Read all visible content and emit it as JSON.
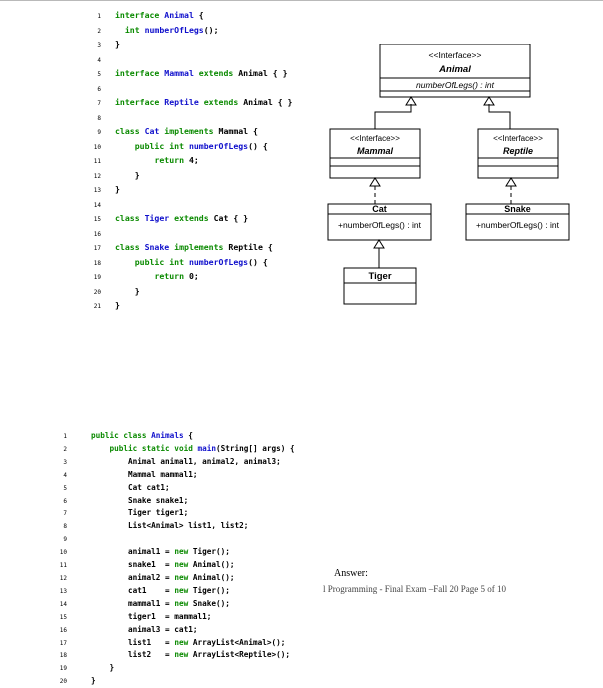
{
  "listing1": [
    {
      "n": "1",
      "parts": [
        [
          "kw",
          "interface "
        ],
        [
          "nm",
          "Animal"
        ],
        [
          "tx",
          " {"
        ]
      ]
    },
    {
      "n": "2",
      "parts": [
        [
          "tx",
          "  "
        ],
        [
          "kw",
          "int "
        ],
        [
          "nm",
          "numberOfLegs"
        ],
        [
          "tx",
          "();"
        ]
      ]
    },
    {
      "n": "3",
      "parts": [
        [
          "tx",
          "}"
        ]
      ]
    },
    {
      "n": "4",
      "parts": []
    },
    {
      "n": "5",
      "parts": [
        [
          "kw",
          "interface "
        ],
        [
          "nm",
          "Mammal"
        ],
        [
          "kw",
          " extends "
        ],
        [
          "tx",
          "Animal { }"
        ]
      ]
    },
    {
      "n": "6",
      "parts": []
    },
    {
      "n": "7",
      "parts": [
        [
          "kw",
          "interface "
        ],
        [
          "nm",
          "Reptile"
        ],
        [
          "kw",
          " extends "
        ],
        [
          "tx",
          "Animal { }"
        ]
      ]
    },
    {
      "n": "8",
      "parts": []
    },
    {
      "n": "9",
      "parts": [
        [
          "kw",
          "class "
        ],
        [
          "nm",
          "Cat"
        ],
        [
          "kw",
          " implements "
        ],
        [
          "tx",
          "Mammal {"
        ]
      ]
    },
    {
      "n": "10",
      "parts": [
        [
          "tx",
          "    "
        ],
        [
          "kw",
          "public int "
        ],
        [
          "nm",
          "numberOfLegs"
        ],
        [
          "tx",
          "() {"
        ]
      ]
    },
    {
      "n": "11",
      "parts": [
        [
          "tx",
          "        "
        ],
        [
          "kw",
          "return "
        ],
        [
          "tx",
          "4;"
        ]
      ]
    },
    {
      "n": "12",
      "parts": [
        [
          "tx",
          "    }"
        ]
      ]
    },
    {
      "n": "13",
      "parts": [
        [
          "tx",
          "}"
        ]
      ]
    },
    {
      "n": "14",
      "parts": []
    },
    {
      "n": "15",
      "parts": [
        [
          "kw",
          "class "
        ],
        [
          "nm",
          "Tiger"
        ],
        [
          "kw",
          " extends "
        ],
        [
          "tx",
          "Cat { }"
        ]
      ]
    },
    {
      "n": "16",
      "parts": []
    },
    {
      "n": "17",
      "parts": [
        [
          "kw",
          "class "
        ],
        [
          "nm",
          "Snake"
        ],
        [
          "kw",
          " implements "
        ],
        [
          "tx",
          "Reptile {"
        ]
      ]
    },
    {
      "n": "18",
      "parts": [
        [
          "tx",
          "    "
        ],
        [
          "kw",
          "public int "
        ],
        [
          "nm",
          "numberOfLegs"
        ],
        [
          "tx",
          "() {"
        ]
      ]
    },
    {
      "n": "19",
      "parts": [
        [
          "tx",
          "        "
        ],
        [
          "kw",
          "return "
        ],
        [
          "tx",
          "0;"
        ]
      ]
    },
    {
      "n": "20",
      "parts": [
        [
          "tx",
          "    }"
        ]
      ]
    },
    {
      "n": "21",
      "parts": [
        [
          "tx",
          "}"
        ]
      ]
    }
  ],
  "listing2": [
    {
      "n": "1",
      "parts": [
        [
          "kw",
          "public class "
        ],
        [
          "nm",
          "Animals"
        ],
        [
          "tx",
          " {"
        ]
      ]
    },
    {
      "n": "2",
      "parts": [
        [
          "tx",
          "    "
        ],
        [
          "kw",
          "public static void "
        ],
        [
          "nm",
          "main"
        ],
        [
          "tx",
          "(String[] args) {"
        ]
      ]
    },
    {
      "n": "3",
      "parts": [
        [
          "tx",
          "        Animal animal1, animal2, animal3;"
        ]
      ]
    },
    {
      "n": "4",
      "parts": [
        [
          "tx",
          "        Mammal mammal1;"
        ]
      ]
    },
    {
      "n": "5",
      "parts": [
        [
          "tx",
          "        Cat cat1;"
        ]
      ]
    },
    {
      "n": "6",
      "parts": [
        [
          "tx",
          "        Snake snake1;"
        ]
      ]
    },
    {
      "n": "7",
      "parts": [
        [
          "tx",
          "        Tiger tiger1;"
        ]
      ]
    },
    {
      "n": "8",
      "parts": [
        [
          "tx",
          "        List<Animal> list1, list2;"
        ]
      ]
    },
    {
      "n": "9",
      "parts": []
    },
    {
      "n": "10",
      "parts": [
        [
          "tx",
          "        animal1 = "
        ],
        [
          "kw",
          "new "
        ],
        [
          "tx",
          "Tiger();"
        ]
      ]
    },
    {
      "n": "11",
      "parts": [
        [
          "tx",
          "        snake1  = "
        ],
        [
          "kw",
          "new "
        ],
        [
          "tx",
          "Animal();"
        ]
      ]
    },
    {
      "n": "12",
      "parts": [
        [
          "tx",
          "        animal2 = "
        ],
        [
          "kw",
          "new "
        ],
        [
          "tx",
          "Animal();"
        ]
      ]
    },
    {
      "n": "13",
      "parts": [
        [
          "tx",
          "        cat1    = "
        ],
        [
          "kw",
          "new "
        ],
        [
          "tx",
          "Tiger();"
        ]
      ]
    },
    {
      "n": "14",
      "parts": [
        [
          "tx",
          "        mammal1 = "
        ],
        [
          "kw",
          "new "
        ],
        [
          "tx",
          "Snake();"
        ]
      ]
    },
    {
      "n": "15",
      "parts": [
        [
          "tx",
          "        tiger1  = mammal1;"
        ]
      ]
    },
    {
      "n": "16",
      "parts": [
        [
          "tx",
          "        animal3 = cat1;"
        ]
      ]
    },
    {
      "n": "17",
      "parts": [
        [
          "tx",
          "        list1   = "
        ],
        [
          "kw",
          "new "
        ],
        [
          "tx",
          "ArrayList<Animal>();"
        ]
      ]
    },
    {
      "n": "18",
      "parts": [
        [
          "tx",
          "        list2   = "
        ],
        [
          "kw",
          "new "
        ],
        [
          "tx",
          "ArrayList<Reptile>();"
        ]
      ]
    },
    {
      "n": "19",
      "parts": [
        [
          "tx",
          "    }"
        ]
      ]
    },
    {
      "n": "20",
      "parts": [
        [
          "tx",
          "}"
        ]
      ]
    }
  ],
  "uml": {
    "animal": {
      "stereotype": "<<Interface>>",
      "name": "Animal",
      "method": "numberOfLegs() : int"
    },
    "mammal": {
      "stereotype": "<<Interface>>",
      "name": "Mammal"
    },
    "reptile": {
      "stereotype": "<<Interface>>",
      "name": "Reptile"
    },
    "cat": {
      "name": "Cat",
      "method": "+numberOfLegs() : int"
    },
    "snake": {
      "name": "Snake",
      "method": "+numberOfLegs() : int"
    },
    "tiger": {
      "name": "Tiger"
    }
  },
  "answer_label": "Answer:",
  "footer": "l Programming - Final Exam –Fall 20 Page 5 of 10"
}
